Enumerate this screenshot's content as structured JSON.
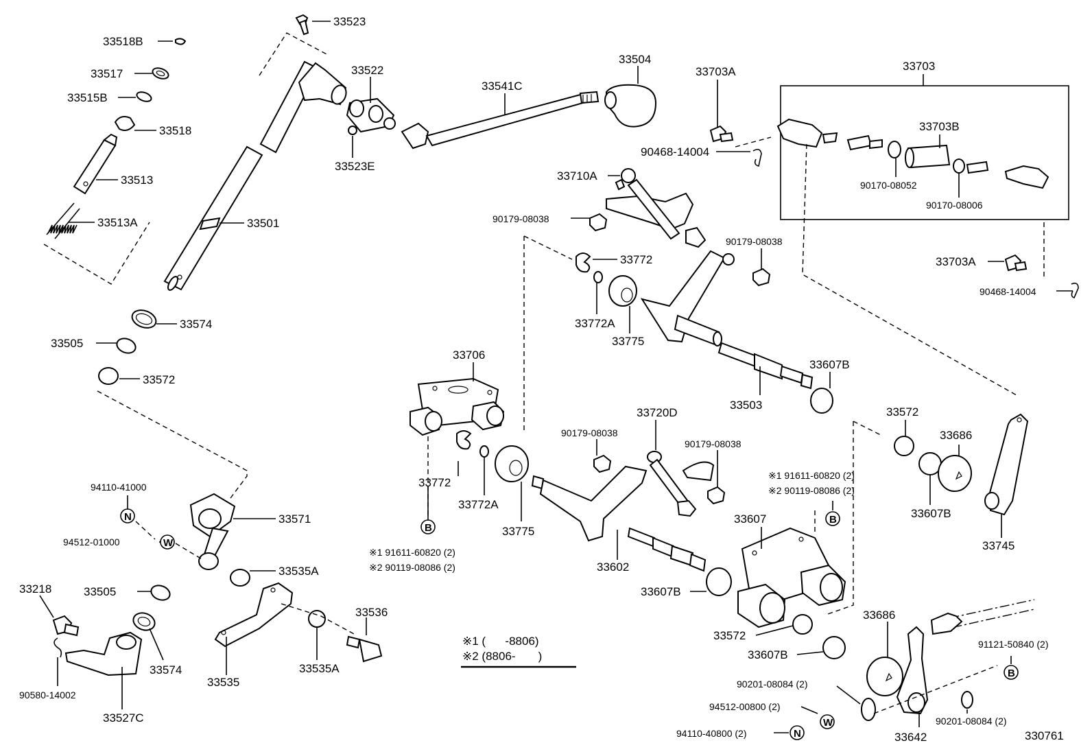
{
  "parts": {
    "p33523": "33523",
    "p33518B": "33518B",
    "p33517": "33517",
    "p33515B": "33515B",
    "p33518": "33518",
    "p33513": "33513",
    "p33513A": "33513A",
    "p33522": "33522",
    "p33523E": "33523E",
    "p33501": "33501",
    "p33541C": "33541C",
    "p33504": "33504",
    "p33703A_a": "33703A",
    "p90468_14004_a": "90468-14004",
    "p33703": "33703",
    "p33703B": "33703B",
    "p90170_08052": "90170-08052",
    "p90170_08006": "90170-08006",
    "p33710A": "33710A",
    "p90179_08038_a": "90179-08038",
    "p90179_08038_b": "90179-08038",
    "p33703A_b": "33703A",
    "p90468_14004_b": "90468-14004",
    "p33772_a": "33772",
    "p33772A_a": "33772A",
    "p33775_a": "33775",
    "p33574_a": "33574",
    "p33505_a": "33505",
    "p33572_a": "33572",
    "p33706": "33706",
    "p33503": "33503",
    "p33607B_a": "33607B",
    "p33720D": "33720D",
    "p90179_08038_c": "90179-08038",
    "p90179_08038_d": "90179-08038",
    "p33772_b": "33772",
    "p33772A_b": "33772A",
    "p33775_b": "33775",
    "p33572_b": "33572",
    "p33686_a": "33686",
    "p33607B_b": "33607B",
    "p33745": "33745",
    "p94110_41000": "94110-41000",
    "p94512_01000": "94512-01000",
    "p33571": "33571",
    "p33535A_a": "33535A",
    "p33218": "33218",
    "p33505_b": "33505",
    "p33574_b": "33574",
    "p33536": "33536",
    "p33535A_b": "33535A",
    "p33535": "33535",
    "p90580_14002": "90580-14002",
    "p33527C": "33527C",
    "p33602": "33602",
    "p33607": "33607",
    "p33607B_c": "33607B",
    "p33572_c": "33572",
    "p33607B_d": "33607B",
    "p33686_b": "33686",
    "p91121_50840": "91121-50840 (2)",
    "p90201_08084_a": "90201-08084 (2)",
    "p94512_00800": "94512-00800 (2)",
    "p94110_40800": "94110-40800 (2)",
    "p33642": "33642",
    "p90201_08084_b": "90201-08084 (2)",
    "ref_id": "330761"
  },
  "notes": {
    "left_n1": "※1 91611-60820 (2)",
    "left_n2": "※2 90119-08086 (2)",
    "right_n1": "※1 91611-60820 (2)",
    "right_n2": "※2 90119-08086 (2)"
  },
  "legend": {
    "row1": "※1 (      -8806)",
    "row2": "※2 (8806-       )"
  },
  "markers": {
    "N": "N",
    "W": "W",
    "B": "B"
  }
}
